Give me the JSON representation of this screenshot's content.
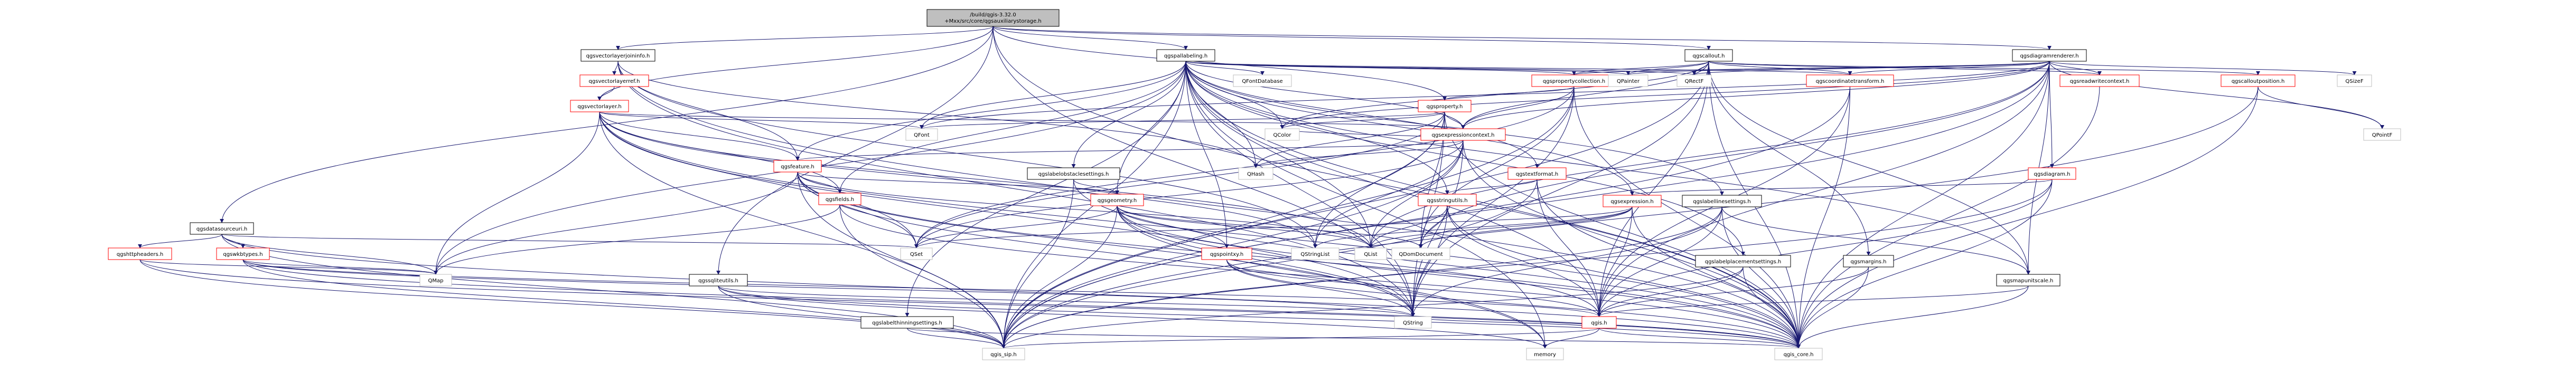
{
  "graph": {
    "root": "qgsauxiliarystorage.h",
    "root_lines": [
      "/build/qgis-3.32.0",
      "+Mxx/src/core/qgsauxiliarystorage.h"
    ],
    "nodes": [
      {
        "id": "root",
        "label": "qgsauxiliarystorage.h",
        "kind": "root"
      },
      {
        "id": "qgsvectorlayerjoininfo",
        "label": "qgsvectorlayerjoininfo.h",
        "kind": "plain"
      },
      {
        "id": "qgspallabeling",
        "label": "qgspallabeling.h",
        "kind": "plain"
      },
      {
        "id": "qgscallout",
        "label": "qgscallout.h",
        "kind": "plain"
      },
      {
        "id": "qgsdiagramrenderer",
        "label": "qgsdiagramrenderer.h",
        "kind": "plain"
      },
      {
        "id": "qgsdatasourceuri",
        "label": "qgsdatasourceuri.h",
        "kind": "plain"
      },
      {
        "id": "qgsvectorlayerref",
        "label": "qgsvectorlayerref.h",
        "kind": "red"
      },
      {
        "id": "qgsvectorlayer",
        "label": "qgsvectorlayer.h",
        "kind": "red"
      },
      {
        "id": "qgspropertycollection",
        "label": "qgspropertycollection.h",
        "kind": "red"
      },
      {
        "id": "qgscoordinatetransform",
        "label": "qgscoordinatetransform.h",
        "kind": "red"
      },
      {
        "id": "qgsreadwritecontext",
        "label": "qgsreadwritecontext.h",
        "kind": "red"
      },
      {
        "id": "qgscalloutposition",
        "label": "qgscalloutposition.h",
        "kind": "red"
      },
      {
        "id": "qgsproperty",
        "label": "qgsproperty.h",
        "kind": "red"
      },
      {
        "id": "qgsexpressioncontext",
        "label": "qgsexpressioncontext.h",
        "kind": "red"
      },
      {
        "id": "qgsfeature",
        "label": "qgsfeature.h",
        "kind": "red"
      },
      {
        "id": "qgsfields",
        "label": "qgsfields.h",
        "kind": "red"
      },
      {
        "id": "qgslabelobstaclesettings",
        "label": "qgslabelobstaclesettings.h",
        "kind": "plain"
      },
      {
        "id": "qgsgeometry",
        "label": "qgsgeometry.h",
        "kind": "red"
      },
      {
        "id": "qgstextformat",
        "label": "qgstextformat.h",
        "kind": "red"
      },
      {
        "id": "qgsstringutils",
        "label": "qgsstringutils.h",
        "kind": "red"
      },
      {
        "id": "qgsexpression",
        "label": "qgsexpression.h",
        "kind": "red"
      },
      {
        "id": "qgslabellinesettings",
        "label": "qgslabellinesettings.h",
        "kind": "plain"
      },
      {
        "id": "qgsdiagram",
        "label": "qgsdiagram.h",
        "kind": "red"
      },
      {
        "id": "qgshttpheaders",
        "label": "qgshttpheaders.h",
        "kind": "red"
      },
      {
        "id": "qgswkbtypes",
        "label": "qgswkbtypes.h",
        "kind": "red"
      },
      {
        "id": "qgssqliteutils",
        "label": "qgssqliteutils.h",
        "kind": "plain"
      },
      {
        "id": "qgspointxy",
        "label": "qgspointxy.h",
        "kind": "red"
      },
      {
        "id": "qgslabelplacementsettings",
        "label": "qgslabelplacementsettings.h",
        "kind": "plain"
      },
      {
        "id": "qgsmargins",
        "label": "qgsmargins.h",
        "kind": "plain"
      },
      {
        "id": "qgsmapunitscale",
        "label": "qgsmapunitscale.h",
        "kind": "plain"
      },
      {
        "id": "qgslabelthinningsettings",
        "label": "qgslabelthinningsettings.h",
        "kind": "plain"
      },
      {
        "id": "qgis",
        "label": "qgis.h",
        "kind": "red"
      },
      {
        "id": "QFont",
        "label": "QFont",
        "kind": "ext"
      },
      {
        "id": "QFontDatabase",
        "label": "QFontDatabase",
        "kind": "ext"
      },
      {
        "id": "QPainter",
        "label": "QPainter",
        "kind": "ext"
      },
      {
        "id": "QRectF",
        "label": "QRectF",
        "kind": "ext"
      },
      {
        "id": "QColor",
        "label": "QColor",
        "kind": "ext"
      },
      {
        "id": "QHash",
        "label": "QHash",
        "kind": "ext"
      },
      {
        "id": "QSizeF",
        "label": "QSizeF",
        "kind": "ext"
      },
      {
        "id": "QPointF",
        "label": "QPointF",
        "kind": "ext"
      },
      {
        "id": "QSet",
        "label": "QSet",
        "kind": "ext"
      },
      {
        "id": "QStringList",
        "label": "QStringList",
        "kind": "ext"
      },
      {
        "id": "QList",
        "label": "QList",
        "kind": "ext"
      },
      {
        "id": "QDomDocument",
        "label": "QDomDocument",
        "kind": "ext"
      },
      {
        "id": "QMap",
        "label": "QMap",
        "kind": "ext"
      },
      {
        "id": "QString",
        "label": "QString",
        "kind": "ext"
      },
      {
        "id": "memory",
        "label": "memory",
        "kind": "ext"
      },
      {
        "id": "qgis_sip",
        "label": "qgis_sip.h",
        "kind": "ext"
      },
      {
        "id": "qgis_core",
        "label": "qgis_core.h",
        "kind": "ext"
      }
    ],
    "edges": [
      [
        "root",
        "qgsvectorlayerjoininfo"
      ],
      [
        "root",
        "qgspallabeling"
      ],
      [
        "root",
        "qgscallout"
      ],
      [
        "root",
        "qgsdiagramrenderer"
      ],
      [
        "root",
        "qgsdatasourceuri"
      ],
      [
        "root",
        "qgis_core"
      ],
      [
        "root",
        "qgsvectorlayer"
      ],
      [
        "root",
        "qgsproperty"
      ],
      [
        "root",
        "qgssqliteutils"
      ],
      [
        "root",
        "QString"
      ],
      [
        "qgsvectorlayerjoininfo",
        "qgsvectorlayerref"
      ],
      [
        "qgsvectorlayerjoininfo",
        "qgsfeature"
      ],
      [
        "qgsvectorlayerjoininfo",
        "QString"
      ],
      [
        "qgsvectorlayerjoininfo",
        "QHash"
      ],
      [
        "qgsvectorlayerjoininfo",
        "qgis_core"
      ],
      [
        "qgsvectorlayerjoininfo",
        "QStringList"
      ],
      [
        "qgsvectorlayerref",
        "qgsvectorlayer"
      ],
      [
        "qgsvectorlayer",
        "QFont"
      ],
      [
        "qgsvectorlayer",
        "QMap"
      ],
      [
        "qgsvectorlayer",
        "QSet"
      ],
      [
        "qgsvectorlayer",
        "QList"
      ],
      [
        "qgsvectorlayer",
        "QStringList"
      ],
      [
        "qgsvectorlayer",
        "QString"
      ],
      [
        "qgsvectorlayer",
        "qgsfeature"
      ],
      [
        "qgsvectorlayer",
        "qgsfields"
      ],
      [
        "qgsvectorlayer",
        "qgis_core"
      ],
      [
        "qgsvectorlayer",
        "qgis_sip"
      ],
      [
        "qgsvectorlayer",
        "qgsexpressioncontext"
      ],
      [
        "qgspallabeling",
        "QFont"
      ],
      [
        "qgspallabeling",
        "QFontDatabase"
      ],
      [
        "qgspallabeling",
        "QPainter"
      ],
      [
        "qgspallabeling",
        "QRectF"
      ],
      [
        "qgspallabeling",
        "QColor"
      ],
      [
        "qgspallabeling",
        "QHash"
      ],
      [
        "qgspallabeling",
        "QList"
      ],
      [
        "qgspallabeling",
        "QString"
      ],
      [
        "qgspallabeling",
        "QMap"
      ],
      [
        "qgspallabeling",
        "memory"
      ],
      [
        "qgspallabeling",
        "qgis_core"
      ],
      [
        "qgspallabeling",
        "qgis_sip"
      ],
      [
        "qgspallabeling",
        "qgsfeature"
      ],
      [
        "qgspallabeling",
        "qgsfields"
      ],
      [
        "qgspallabeling",
        "qgsgeometry"
      ],
      [
        "qgspallabeling",
        "qgspointxy"
      ],
      [
        "qgspallabeling",
        "qgsmapunitscale"
      ],
      [
        "qgspallabeling",
        "qgsstringutils"
      ],
      [
        "qgspallabeling",
        "qgstextformat"
      ],
      [
        "qgspallabeling",
        "qgspropertycollection"
      ],
      [
        "qgspallabeling",
        "qgslabelobstaclesettings"
      ],
      [
        "qgspallabeling",
        "qgslabelthinningsettings"
      ],
      [
        "qgspallabeling",
        "qgslabellinesettings"
      ],
      [
        "qgspallabeling",
        "qgslabelplacementsettings"
      ],
      [
        "qgspallabeling",
        "qgscoordinatetransform"
      ],
      [
        "qgspallabeling",
        "qgsexpression"
      ],
      [
        "qgspallabeling",
        "qgsexpressioncontext"
      ],
      [
        "qgspallabeling",
        "qgis"
      ],
      [
        "qgscallout",
        "QPainter"
      ],
      [
        "qgscallout",
        "QRectF"
      ],
      [
        "qgscallout",
        "QString"
      ],
      [
        "qgscallout",
        "QColor"
      ],
      [
        "qgscallout",
        "qgis_core"
      ],
      [
        "qgscallout",
        "qgis_sip"
      ],
      [
        "qgscallout",
        "qgspropertycollection"
      ],
      [
        "qgscallout",
        "qgscoordinatetransform"
      ],
      [
        "qgscallout",
        "qgsreadwritecontext"
      ],
      [
        "qgscallout",
        "qgscalloutposition"
      ],
      [
        "qgscallout",
        "qgsexpressioncontext"
      ],
      [
        "qgscallout",
        "qgsmapunitscale"
      ],
      [
        "qgscallout",
        "qgsmargins"
      ],
      [
        "qgscallout",
        "qgis"
      ],
      [
        "qgsdiagramrenderer",
        "QColor"
      ],
      [
        "qgsdiagramrenderer",
        "QFont"
      ],
      [
        "qgsdiagramrenderer",
        "QList"
      ],
      [
        "qgsdiagramrenderer",
        "QPointF"
      ],
      [
        "qgsdiagramrenderer",
        "QSizeF"
      ],
      [
        "qgsdiagramrenderer",
        "qgis_core"
      ],
      [
        "qgsdiagramrenderer",
        "qgis_sip"
      ],
      [
        "qgsdiagramrenderer",
        "qgsexpressioncontext"
      ],
      [
        "qgsdiagramrenderer",
        "qgsdiagram"
      ],
      [
        "qgsdiagramrenderer",
        "qgspropertycollection"
      ],
      [
        "qgsdiagramrenderer",
        "qgscoordinatetransform"
      ],
      [
        "qgsdiagramrenderer",
        "qgsreadwritecontext"
      ],
      [
        "qgsdiagramrenderer",
        "qgsmapunitscale"
      ],
      [
        "qgsdiagramrenderer",
        "qgis"
      ],
      [
        "qgsdiagramrenderer",
        "QDomDocument"
      ],
      [
        "qgsdiagramrenderer",
        "QPainter"
      ],
      [
        "qgsdiagramrenderer",
        "QRectF"
      ],
      [
        "qgsdatasourceuri",
        "qgis_core"
      ],
      [
        "qgsdatasourceuri",
        "qgis_sip"
      ],
      [
        "qgsdatasourceuri",
        "qgshttpheaders"
      ],
      [
        "qgsdatasourceuri",
        "qgswkbtypes"
      ],
      [
        "qgsdatasourceuri",
        "QMap"
      ],
      [
        "qgsdatasourceuri",
        "QSet"
      ],
      [
        "qgshttpheaders",
        "QMap"
      ],
      [
        "qgshttpheaders",
        "qgis_core"
      ],
      [
        "qgshttpheaders",
        "qgis_sip"
      ],
      [
        "qgswkbtypes",
        "QMap"
      ],
      [
        "qgswkbtypes",
        "QString"
      ],
      [
        "qgswkbtypes",
        "qgis_core"
      ],
      [
        "qgswkbtypes",
        "qgis_sip"
      ],
      [
        "qgswkbtypes",
        "qgis"
      ],
      [
        "qgspropertycollection",
        "qgsproperty"
      ],
      [
        "qgspropertycollection",
        "qgis_core"
      ],
      [
        "qgspropertycollection",
        "qgis_sip"
      ],
      [
        "qgspropertycollection",
        "QString"
      ],
      [
        "qgspropertycollection",
        "QSet"
      ],
      [
        "qgspropertycollection",
        "QDomDocument"
      ],
      [
        "qgspropertycollection",
        "qgsexpressioncontext"
      ],
      [
        "qgscoordinatetransform",
        "qgis_core"
      ],
      [
        "qgscoordinatetransform",
        "qgis_sip"
      ],
      [
        "qgscoordinatetransform",
        "qgis"
      ],
      [
        "qgsreadwritecontext",
        "qgis_core"
      ],
      [
        "qgscalloutposition",
        "QPointF"
      ],
      [
        "qgscalloutposition",
        "qgis_core"
      ],
      [
        "qgscalloutposition",
        "qgis_sip"
      ],
      [
        "qgsproperty",
        "QColor"
      ],
      [
        "qgsproperty",
        "QHash"
      ],
      [
        "qgsproperty",
        "QString"
      ],
      [
        "qgsproperty",
        "QStringList"
      ],
      [
        "qgsproperty",
        "QSet"
      ],
      [
        "qgsproperty",
        "QDomDocument"
      ],
      [
        "qgsproperty",
        "qgis_core"
      ],
      [
        "qgsproperty",
        "qgis_sip"
      ],
      [
        "qgsproperty",
        "qgsexpressioncontext"
      ],
      [
        "qgsproperty",
        "QFont"
      ],
      [
        "qgsexpressioncontext",
        "QColor"
      ],
      [
        "qgsexpressioncontext",
        "QHash"
      ],
      [
        "qgsexpressioncontext",
        "QList"
      ],
      [
        "qgsexpressioncontext",
        "QSet"
      ],
      [
        "qgsexpressioncontext",
        "QString"
      ],
      [
        "qgsexpressioncontext",
        "QStringList"
      ],
      [
        "qgsexpressioncontext",
        "qgis_core"
      ],
      [
        "qgsexpressioncontext",
        "qgis_sip"
      ],
      [
        "qgsexpressioncontext",
        "qgsfeature"
      ],
      [
        "qgsfeature",
        "QSet"
      ],
      [
        "qgsfeature",
        "QString"
      ],
      [
        "qgsfeature",
        "QMap"
      ],
      [
        "qgsfeature",
        "QList"
      ],
      [
        "qgsfeature",
        "qgis_core"
      ],
      [
        "qgsfeature",
        "qgis_sip"
      ],
      [
        "qgsfeature",
        "qgsfields"
      ],
      [
        "qgsfeature",
        "qgsgeometry"
      ],
      [
        "qgsfeature",
        "memory"
      ],
      [
        "qgsfields",
        "QMap"
      ],
      [
        "qgsfields",
        "qgis_core"
      ],
      [
        "qgsfields",
        "qgis_sip"
      ],
      [
        "qgslabelobstaclesettings",
        "qgsgeometry"
      ],
      [
        "qgslabelobstaclesettings",
        "qgis_core"
      ],
      [
        "qgslabelobstaclesettings",
        "qgis_sip"
      ],
      [
        "qgsgeometry",
        "QDomDocument"
      ],
      [
        "qgsgeometry",
        "QSet"
      ],
      [
        "qgsgeometry",
        "QString"
      ],
      [
        "qgsgeometry",
        "qgis_core"
      ],
      [
        "qgsgeometry",
        "qgis_sip"
      ],
      [
        "qgsgeometry",
        "memory"
      ],
      [
        "qgsgeometry",
        "qgspointxy"
      ],
      [
        "qgsgeometry",
        "QList"
      ],
      [
        "qgsgeometry",
        "qgis"
      ],
      [
        "qgspointxy",
        "QString"
      ],
      [
        "qgspointxy",
        "qgis_core"
      ],
      [
        "qgspointxy",
        "qgis"
      ],
      [
        "qgstextformat",
        "qgsstringutils"
      ],
      [
        "qgstextformat",
        "qgis_core"
      ],
      [
        "qgstextformat",
        "qgis_sip"
      ],
      [
        "qgstextformat",
        "qgis"
      ],
      [
        "qgsstringutils",
        "QString"
      ],
      [
        "qgsstringutils",
        "QList"
      ],
      [
        "qgsstringutils",
        "QDomDocument"
      ],
      [
        "qgsstringutils",
        "qgis_core"
      ],
      [
        "qgsstringutils",
        "qgis"
      ],
      [
        "qgsexpression",
        "QStringList"
      ],
      [
        "qgsexpression",
        "QSet"
      ],
      [
        "qgsexpression",
        "QList"
      ],
      [
        "qgsexpression",
        "QDomDocument"
      ],
      [
        "qgsexpression",
        "qgis_core"
      ],
      [
        "qgsexpression",
        "qgis"
      ],
      [
        "qgslabellinesettings",
        "qgis_core"
      ],
      [
        "qgslabellinesettings",
        "qgis_sip"
      ],
      [
        "qgslabellinesettings",
        "qgis"
      ],
      [
        "qgslabellinesettings",
        "qgsmapunitscale"
      ],
      [
        "qgslabellinesettings",
        "QString"
      ],
      [
        "qgsdiagram",
        "qgis_core"
      ],
      [
        "qgsdiagram",
        "qgis_sip"
      ],
      [
        "qgsdiagram",
        "qgsexpression"
      ],
      [
        "qgsdiagram",
        "qgis"
      ],
      [
        "qgssqliteutils",
        "qgis_core"
      ],
      [
        "qgssqliteutils",
        "qgis_sip"
      ],
      [
        "qgssqliteutils",
        "QString"
      ],
      [
        "qgssqliteutils",
        "memory"
      ],
      [
        "qgslabelplacementsettings",
        "qgis_core"
      ],
      [
        "qgslabelplacementsettings",
        "qgis_sip"
      ],
      [
        "qgslabelplacementsettings",
        "qgis"
      ],
      [
        "qgsmargins",
        "qgis_core"
      ],
      [
        "qgsmargins",
        "qgis"
      ],
      [
        "qgsmapunitscale",
        "qgis_core"
      ],
      [
        "qgsmapunitscale",
        "qgis"
      ],
      [
        "qgslabelthinningsettings",
        "qgis_core"
      ],
      [
        "qgslabelthinningsettings",
        "qgis_sip"
      ],
      [
        "qgis",
        "qgis_core"
      ],
      [
        "qgis",
        "qgis_sip"
      ],
      [
        "qgis",
        "memory"
      ],
      [
        "qgis",
        "QString"
      ]
    ]
  }
}
